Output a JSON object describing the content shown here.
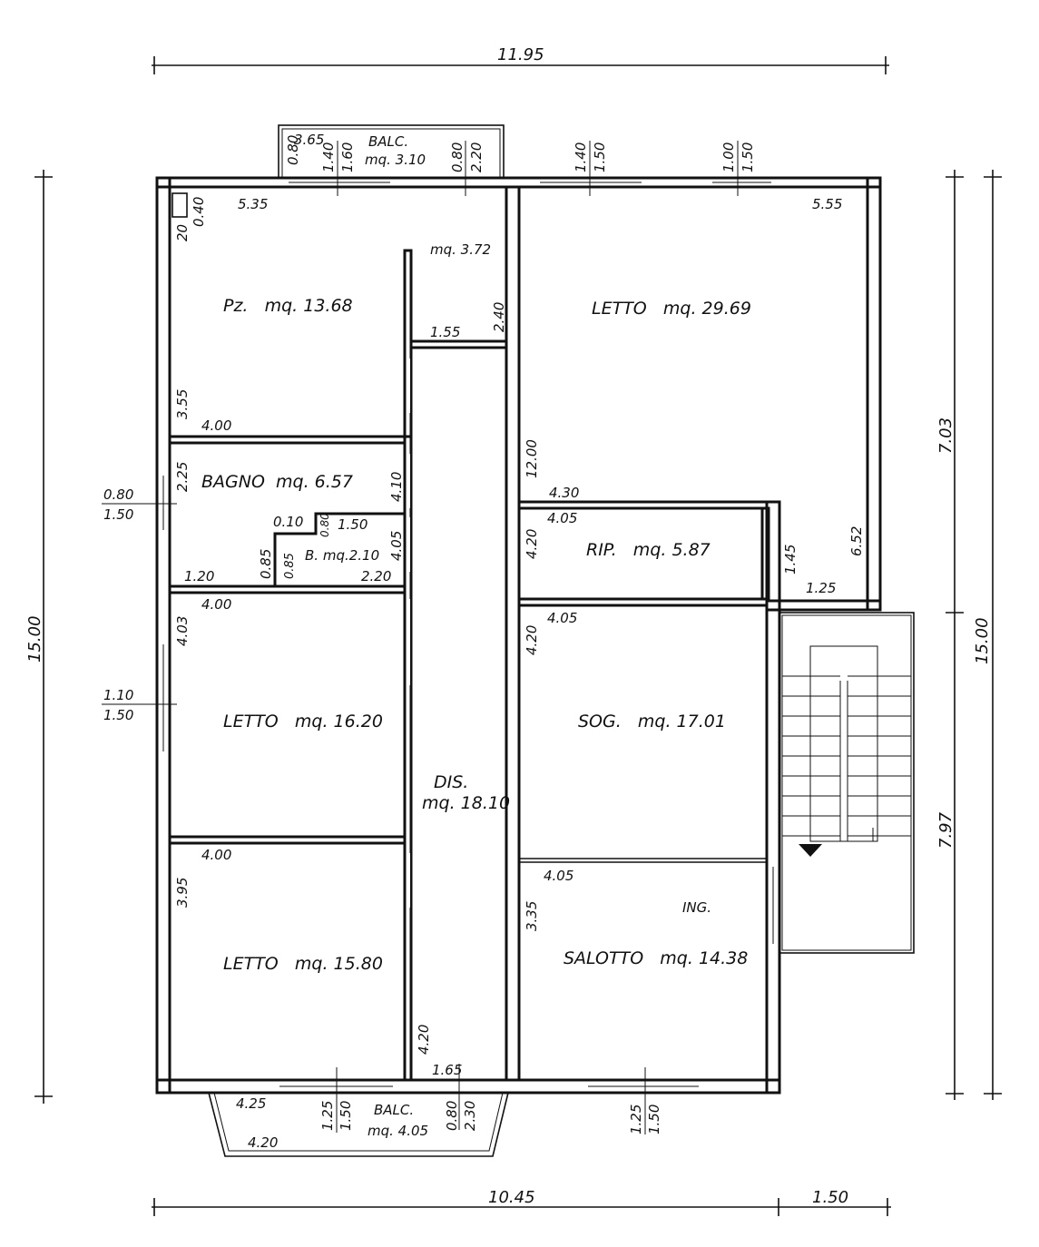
{
  "overall": {
    "top_width": "11.95",
    "bottom_main": "10.45",
    "bottom_stair": "1.50",
    "left_height": "15.00",
    "right_upper": "7.03",
    "right_lower": "7.97",
    "right_total": "15.00"
  },
  "rooms": {
    "balc_top": {
      "name": "BALC.",
      "area": "mq. 3.10"
    },
    "pz": {
      "label": "Pz.   mq. 13.68"
    },
    "closet": {
      "label": "mq. 3.72"
    },
    "letto_big": {
      "label": "LETTO   mq. 29.69"
    },
    "bagno": {
      "label": "BAGNO  mq. 6.57"
    },
    "b_small": {
      "label": "B. mq.2.10"
    },
    "rip": {
      "label": "RIP.   mq. 5.87"
    },
    "letto_mid": {
      "label": "LETTO   mq. 16.20"
    },
    "sog": {
      "label": "SOG.   mq. 17.01"
    },
    "dis": {
      "name": "DIS.",
      "area": "mq. 18.10"
    },
    "letto_low": {
      "label": "LETTO   mq. 15.80"
    },
    "ing": {
      "label": "ING."
    },
    "salotto": {
      "label": "SALOTTO   mq. 14.38"
    },
    "balc_bottom": {
      "name": "BALC.",
      "area": "mq. 4.05"
    }
  },
  "dims": {
    "balc_top_w": "3.65",
    "bt_080": "0.80",
    "bt_140": "1.40",
    "bt_160": "1.60",
    "bt_080b": "0.80",
    "bt_220": "2.20",
    "tr_140": "1.40",
    "tr_150": "1.50",
    "tr_100": "1.00",
    "tr_150b": "1.50",
    "pz_535": "5.35",
    "pz_040": "0.40",
    "pz_20": "20",
    "pz_355": "3.55",
    "pz_400": "4.00",
    "cl_240": "2.40",
    "cl_155": "1.55",
    "lb_555": "5.55",
    "lb_1200": "12.00",
    "lb_430": "4.30",
    "lb_145": "1.45",
    "lb_652": "6.52",
    "lb_125": "1.25",
    "lw_080": "0.80",
    "lw_150": "1.50",
    "bg_225": "2.25",
    "bg_410": "4.10",
    "bg_010": "0.10",
    "bg_150": "1.50",
    "bg_080": "0.80",
    "bg_405": "4.05",
    "bg_085": "0.85",
    "bg_085b": "0.85",
    "bg_120": "1.20",
    "bg_220": "2.20",
    "rp_405": "4.05",
    "rp_420": "4.20",
    "lm_400": "4.00",
    "lm_403": "4.03",
    "lw2_110": "1.10",
    "lw2_150": "1.50",
    "sg_405": "4.05",
    "sg_420": "4.20",
    "ll_400": "4.00",
    "ll_395": "3.95",
    "sl_405": "4.05",
    "sl_335": "3.35",
    "ds_420": "4.20",
    "ds_165": "1.65",
    "bb_425": "4.25",
    "bb_125": "1.25",
    "bb_150": "1.50",
    "bb_080": "0.80",
    "bb_230": "2.30",
    "bb_420": "4.20",
    "sw_125": "1.25",
    "sw_150": "1.50"
  }
}
